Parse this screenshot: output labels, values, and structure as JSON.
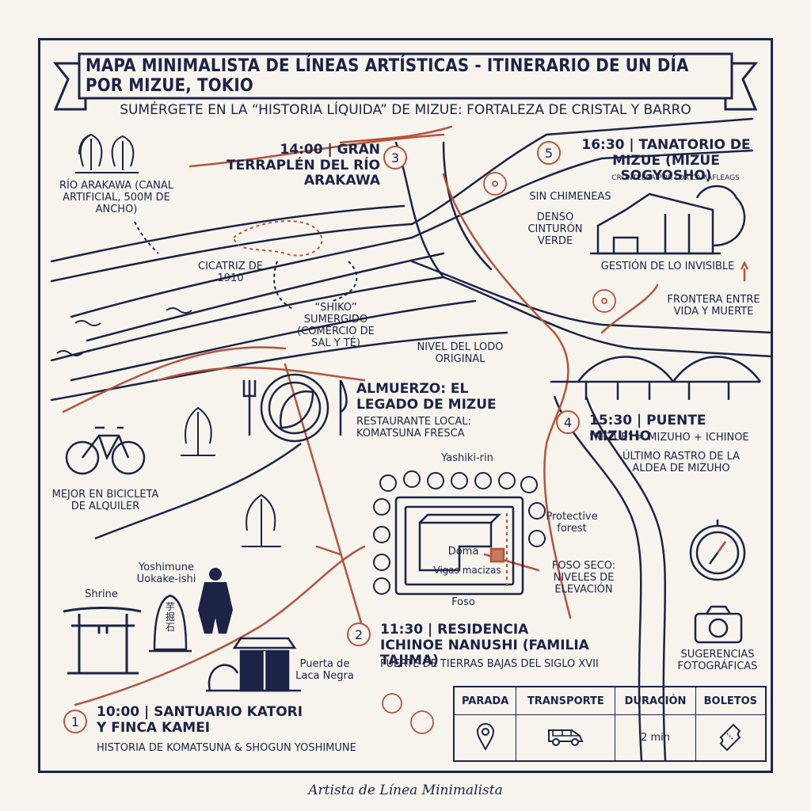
{
  "title": "MAPA MINIMALISTA DE LÍNEAS ARTÍSTICAS - ITINERARIO DE UN DÍA POR MIZUE, TOKIO",
  "subtitle": "SUMÉRGETE EN LA “HISTORIA LÍQUIDA” DE MIZUE: FORTALEZA DE CRISTAL Y BARRO",
  "colors": {
    "ink": "#1c2346",
    "route": "#b5533c",
    "paper": "#f7f4ee"
  },
  "stops": [
    {
      "number": "1",
      "heading": "10:00 | SANTUARIO KATORI Y FINCA KAMEI",
      "sub": "HISTORIA DE KOMATSUNA & SHOGUN YOSHIMUNE"
    },
    {
      "number": "2",
      "heading": "11:30 | RESIDENCIA ICHINOE NANUSHI (FAMILIA TAJIMA)",
      "sub": "FUERTE DE TIERRAS BAJAS DEL SIGLO XVII"
    },
    {
      "number": "3",
      "heading": "14:00 | GRAN TERRAPLÉN DEL RÍO ARAKAWA",
      "sub": ""
    },
    {
      "number": "4",
      "heading": "15:30 | PUENTE MIZUHO",
      "sub": "“MIZUE” = MIZUHO + ICHINOE",
      "note": "ÚLTIMO RASTRO DE LA ALDEA DE MIZUHO"
    },
    {
      "number": "5",
      "heading": "16:30 | TANATORIO DE MIZUE (MIZUE SOGYOSHO)",
      "sub": "CRONTEERA POR LOR CAMAFLEAGS"
    }
  ],
  "lunch": {
    "heading": "ALMUERZO: EL LEGADO DE MIZUE",
    "sub": "RESTAURANTE LOCAL: KOMATSUNA FRESCA"
  },
  "labels": {
    "river": "RÍO ARAKAWA (CANAL ARTIFICIAL, 500m DE ANCHO)",
    "scar": "CICATRIZ DE 1910",
    "shiko": "“SHIKO” SUMERGIDO (COMERCIO DE SAL Y TÉ)",
    "mud": "NIVEL DEL LODO ORIGINAL",
    "no_chimney": "SIN CHIMENEAS",
    "green_belt": "DENSO CINTURÓN VERDE",
    "invisible": "GESTIÓN DE LO INVISIBLE",
    "frontier": "FRONTERA ENTRE VIDA Y MUERTE",
    "bike": "MEJOR EN BICICLETA DE ALQUILER",
    "yashiki": "Yashiki-rin",
    "protective": "Protective forest",
    "doma": "Doma",
    "vigas": "Vigas macizas",
    "foso": "Foso",
    "foso_seco": "FOSO SECO: NIVELES DE ELEVACIÓN",
    "yoshimune": "Yoshimune Uokake-ishi",
    "shrine": "Shrine",
    "puerta": "Puerta de Laca Negra",
    "stone_text": "芋\n掘\n石",
    "photo": "SUGERENCIAS FOTOGRÁFICAS"
  },
  "legend": {
    "headers": [
      "PARADA",
      "TRANSPORTE",
      "DURACIÓN",
      "BOLETOS"
    ],
    "icons": [
      "pin-icon",
      "van-icon",
      "",
      "ticket-icon"
    ],
    "duration": "2 min"
  },
  "signature": "Artista de Línea Minimalista"
}
